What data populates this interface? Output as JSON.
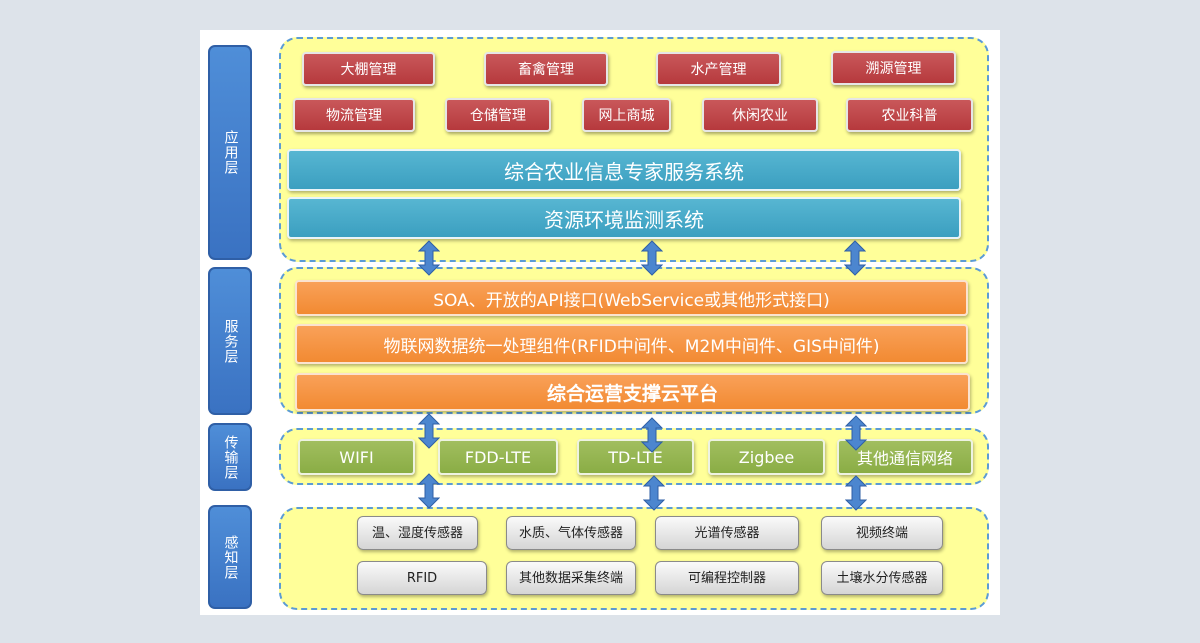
{
  "layers": {
    "application": "应用层",
    "service": "服务层",
    "transport": "传输层",
    "perception": "感知层"
  },
  "application": {
    "row1": [
      "大棚管理",
      "畜禽管理",
      "水产管理",
      "溯源管理"
    ],
    "row2": [
      "物流管理",
      "仓储管理",
      "网上商城",
      "休闲农业",
      "农业科普"
    ],
    "systems": [
      "综合农业信息专家服务系统",
      "资源环境监测系统"
    ]
  },
  "service": {
    "items": [
      "SOA、开放的API接口(WebService或其他形式接口)",
      "物联网数据统一处理组件(RFID中间件、M2M中间件、GIS中间件)",
      "综合运营支撑云平台"
    ]
  },
  "transport": {
    "networks": [
      "WIFI",
      "FDD-LTE",
      "TD-LTE",
      "Zigbee",
      "其他通信网络"
    ]
  },
  "perception": {
    "row1": [
      "温、湿度传感器",
      "水质、气体传感器",
      "光谱传感器",
      "视频终端"
    ],
    "row2": [
      "RFID",
      "其他数据采集终端",
      "可编程控制器",
      "土壤水分传感器"
    ]
  },
  "colors": {
    "panel_fill": "#ffff99",
    "panel_border": "#5b9bd5",
    "app_module": "#b6393d",
    "system_bar": "#3b9fc0",
    "service_bar": "#f28a32",
    "network_box": "#8aad45",
    "sensor_box": "#d5d5d5",
    "layer_tab": "#3a72c2",
    "arrow": "#3a72c2"
  }
}
